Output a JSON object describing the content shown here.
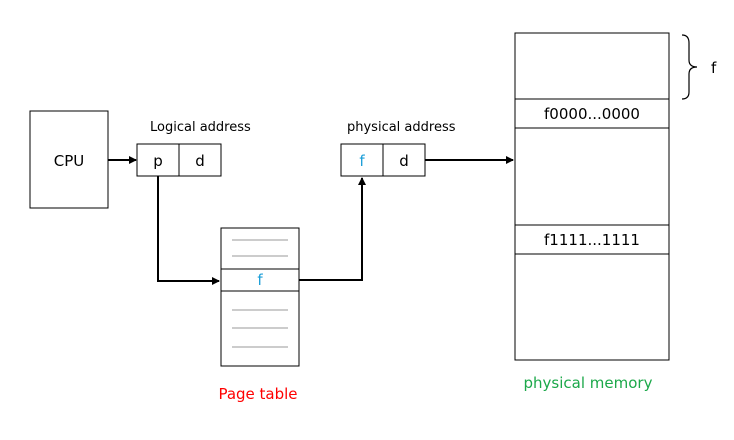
{
  "cpu": {
    "label": "CPU"
  },
  "logical": {
    "title": "Logical address",
    "page_field": "p",
    "offset_field": "d"
  },
  "physical": {
    "title": "physical address",
    "frame_field": "f",
    "offset_field": "d"
  },
  "page_table": {
    "entry": "f",
    "caption": "Page table"
  },
  "memory": {
    "caption": "physical memory",
    "frame_start": "f0000...0000",
    "frame_end": "f1111...1111",
    "brace_label": "f"
  },
  "colors": {
    "frame_entry": "#1e9fd8",
    "page_table_caption": "#ff0000",
    "memory_caption": "#1ca84a",
    "stroke": "#000000",
    "gray_lines": "#9a9a9a"
  }
}
